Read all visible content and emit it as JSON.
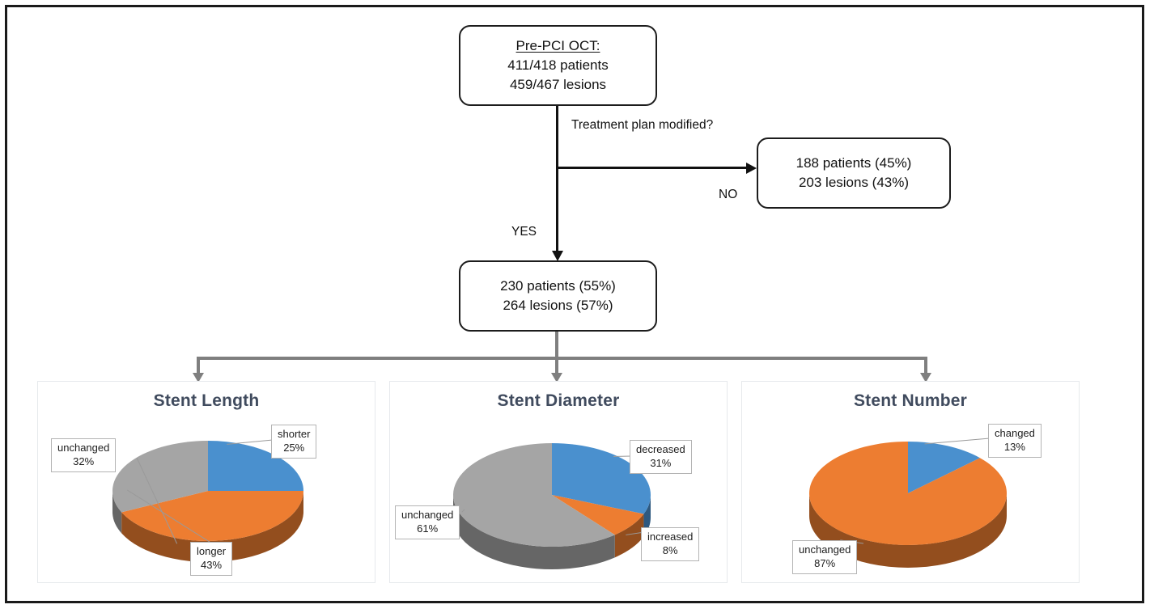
{
  "flow": {
    "root_box": {
      "heading": "Pre-PCI OCT:",
      "line2": "411/418 patients",
      "line3": "459/467 lesions"
    },
    "question_label": "Treatment plan modified?",
    "no_label": "NO",
    "yes_label": "YES",
    "no_box": {
      "line1": "188 patients (45%)",
      "line2": "203 lesions (43%)"
    },
    "yes_box": {
      "line1": "230 patients (55%)",
      "line2": "264 lesions (57%)"
    }
  },
  "colors": {
    "series_blue": "#4A90CE",
    "series_orange": "#ED7D31",
    "series_gray": "#A5A5A5",
    "blue_depth": "#2E6A9E",
    "orange_depth": "#9C4A1A",
    "gray_depth": "#666666",
    "title_text": "#404B5E",
    "connector_gray": "#7F7F7F",
    "frame_black": "#1A1A1A"
  },
  "chart_data": [
    {
      "type": "pie",
      "title": "Stent Length",
      "categories": [
        "shorter",
        "longer",
        "unchanged"
      ],
      "values": [
        25,
        43,
        32
      ],
      "value_labels": [
        "25%",
        "43%",
        "32%"
      ],
      "colors": [
        "#4A90CE",
        "#ED7D31",
        "#A5A5A5"
      ],
      "legend": "callout-labels",
      "units": "percent"
    },
    {
      "type": "pie",
      "title": "Stent Diameter",
      "categories": [
        "decreased",
        "increased",
        "unchanged"
      ],
      "values": [
        31,
        8,
        61
      ],
      "value_labels": [
        "31%",
        "8%",
        "61%"
      ],
      "colors": [
        "#4A90CE",
        "#ED7D31",
        "#A5A5A5"
      ],
      "legend": "callout-labels",
      "units": "percent"
    },
    {
      "type": "pie",
      "title": "Stent Number",
      "categories": [
        "changed",
        "unchanged"
      ],
      "values": [
        13,
        87
      ],
      "value_labels": [
        "13%",
        "87%"
      ],
      "colors": [
        "#4A90CE",
        "#ED7D31"
      ],
      "legend": "callout-labels",
      "units": "percent"
    }
  ]
}
